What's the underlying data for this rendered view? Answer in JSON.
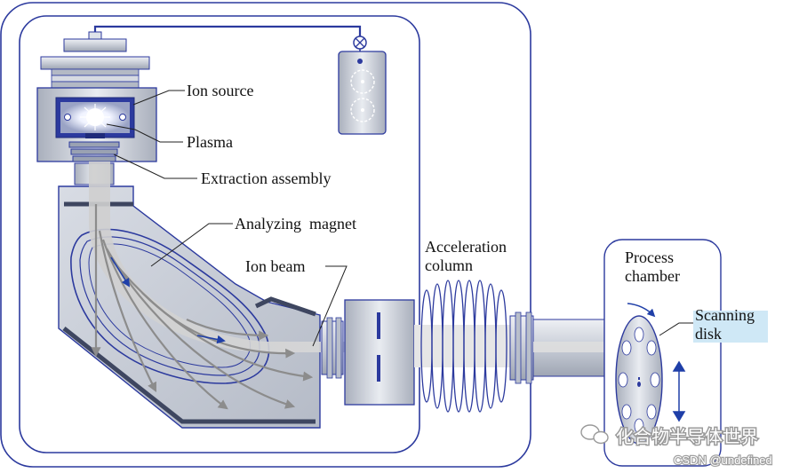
{
  "labels": {
    "ion_source": "Ion source",
    "plasma": "Plasma",
    "extraction_assembly": "Extraction assembly",
    "analyzing_magnet": "Analyzing  magnet",
    "ion_beam": "Ion beam",
    "acceleration_column_line1": "Acceleration",
    "acceleration_column_line2": "column",
    "process_chamber_line1": "Process",
    "process_chamber_line2": "chamber",
    "scanning_disk_line1": "Scanning",
    "scanning_disk_line2": "disk"
  },
  "watermark": {
    "channel_name": "化合物半导体世界",
    "credit": "CSDN @undefined"
  },
  "colors": {
    "outline_blue": "#2c3a9e",
    "metal_gray": "#c9cdd6",
    "beam_gray": "#d4d4d4",
    "accent_blue": "#1f3fa8",
    "label_highlight": "#cfe8f6"
  }
}
